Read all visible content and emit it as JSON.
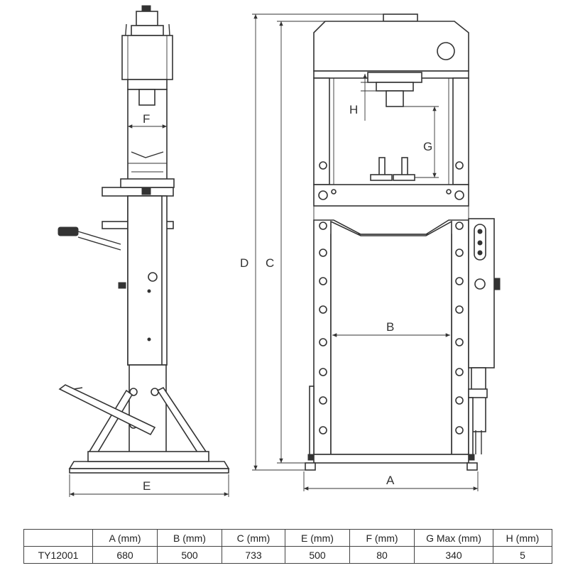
{
  "drawing": {
    "dimension_labels": {
      "A": "A",
      "B": "B",
      "C": "C",
      "D": "D",
      "E": "E",
      "F": "F",
      "G": "G",
      "H": "H"
    }
  },
  "table": {
    "headers": [
      "",
      "A (mm)",
      "B (mm)",
      "C (mm)",
      "E (mm)",
      "F (mm)",
      "G Max (mm)",
      "H (mm)"
    ],
    "rows": [
      [
        "TY12001",
        "680",
        "500",
        "733",
        "500",
        "80",
        "340",
        "5"
      ]
    ]
  }
}
